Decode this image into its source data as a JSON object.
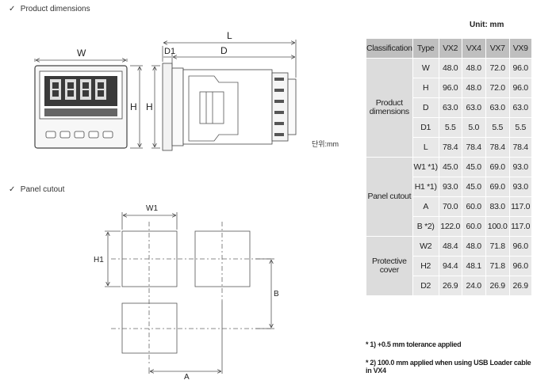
{
  "headings": {
    "product_dimensions": "Product dimensions",
    "panel_cutout": "Panel cutout",
    "check": "✓"
  },
  "drawing": {
    "label_W": "W",
    "label_H_front": "H",
    "label_L": "L",
    "label_D1": "D1",
    "label_D": "D",
    "label_H_side": "H",
    "unit_note": "단위:mm",
    "cutout_W1": "W1",
    "cutout_H1": "H1",
    "cutout_A": "A",
    "cutout_B": "B"
  },
  "table": {
    "unit": "Unit: mm",
    "header": [
      "Classification",
      "Type",
      "VX2",
      "VX4",
      "VX7",
      "VX9"
    ],
    "groups": [
      {
        "name": "Product dimensions",
        "rows": [
          {
            "type": "W",
            "values": [
              "48.0",
              "48.0",
              "72.0",
              "96.0"
            ]
          },
          {
            "type": "H",
            "values": [
              "96.0",
              "48.0",
              "72.0",
              "96.0"
            ]
          },
          {
            "type": "D",
            "values": [
              "63.0",
              "63.0",
              "63.0",
              "63.0"
            ]
          },
          {
            "type": "D1",
            "values": [
              "5.5",
              "5.0",
              "5.5",
              "5.5"
            ]
          },
          {
            "type": "L",
            "values": [
              "78.4",
              "78.4",
              "78.4",
              "78.4"
            ]
          }
        ]
      },
      {
        "name": "Panel cutout",
        "rows": [
          {
            "type": "W1 *1)",
            "values": [
              "45.0",
              "45.0",
              "69.0",
              "93.0"
            ]
          },
          {
            "type": "H1 *1)",
            "values": [
              "93.0",
              "45.0",
              "69.0",
              "93.0"
            ]
          },
          {
            "type": "A",
            "values": [
              "70.0",
              "60.0",
              "83.0",
              "117.0"
            ]
          },
          {
            "type": "B *2)",
            "values": [
              "122.0",
              "60.0",
              "100.0",
              "117.0"
            ]
          }
        ]
      },
      {
        "name": "Protective cover",
        "rows": [
          {
            "type": "W2",
            "values": [
              "48.4",
              "48.0",
              "71.8",
              "96.0"
            ]
          },
          {
            "type": "H2",
            "values": [
              "94.4",
              "48.1",
              "71.8",
              "96.0"
            ]
          },
          {
            "type": "D2",
            "values": [
              "26.9",
              "24.0",
              "26.9",
              "26.9"
            ]
          }
        ]
      }
    ],
    "notes": [
      "* 1) +0.5 mm tolerance applied",
      "* 2) 100.0 mm applied when using USB Loader cable in VX4"
    ]
  }
}
